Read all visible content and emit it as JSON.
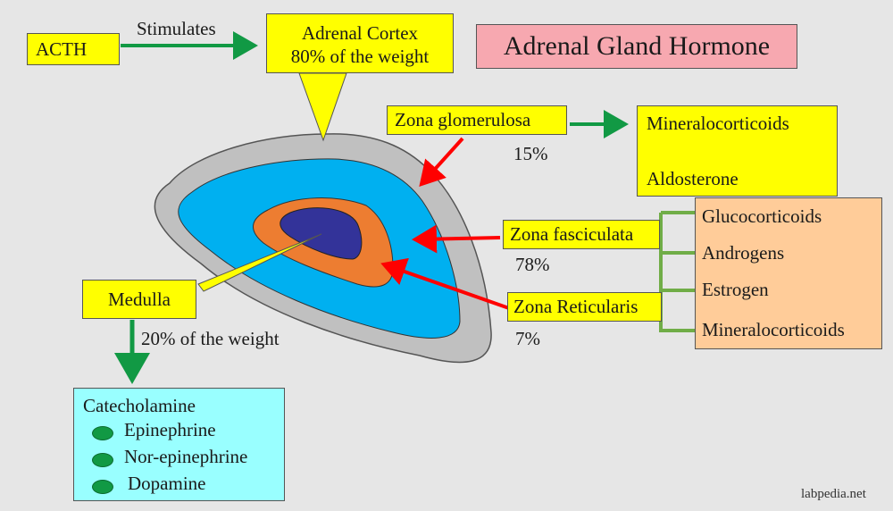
{
  "title": "Adrenal Gland Hormone",
  "acth": "ACTH",
  "stimulates": "Stimulates",
  "adrenal_cortex": {
    "line1": "Adrenal Cortex",
    "line2": "80% of the weight"
  },
  "zones": {
    "glomerulosa": {
      "label": "Zona glomerulosa",
      "percent": "15%"
    },
    "fasciculata": {
      "label": "Zona fasciculata",
      "percent": "78%"
    },
    "reticularis": {
      "label": "Zona Reticularis",
      "percent": "7%"
    }
  },
  "glomerulosa_products": {
    "top": "Mineralocorticoids",
    "bottom": "Aldosterone"
  },
  "fasc_retic_products": [
    "Glucocorticoids",
    "Androgens",
    "Estrogen",
    "Mineralocorticoids"
  ],
  "medulla": {
    "label": "Medulla",
    "weight": "20% of the weight"
  },
  "catecholamine": {
    "title": "Catecholamine",
    "items": [
      "Epinephrine",
      "Nor-epinephrine",
      "Dopamine"
    ]
  },
  "watermark": "labpedia.net",
  "colors": {
    "background": "#e6e6e6",
    "outer_capsule": "#c0c0c0",
    "cortex_blue": "#00b0f0",
    "orange_zone": "#ed7d31",
    "medulla_core": "#333399",
    "arrow_green": "#119944",
    "arrow_red": "#ff0000",
    "yellow_box": "#ffff00",
    "title_box": "#f7a8b0",
    "products_box": "#ffcc99",
    "catecholamine_box": "#99ffff"
  }
}
